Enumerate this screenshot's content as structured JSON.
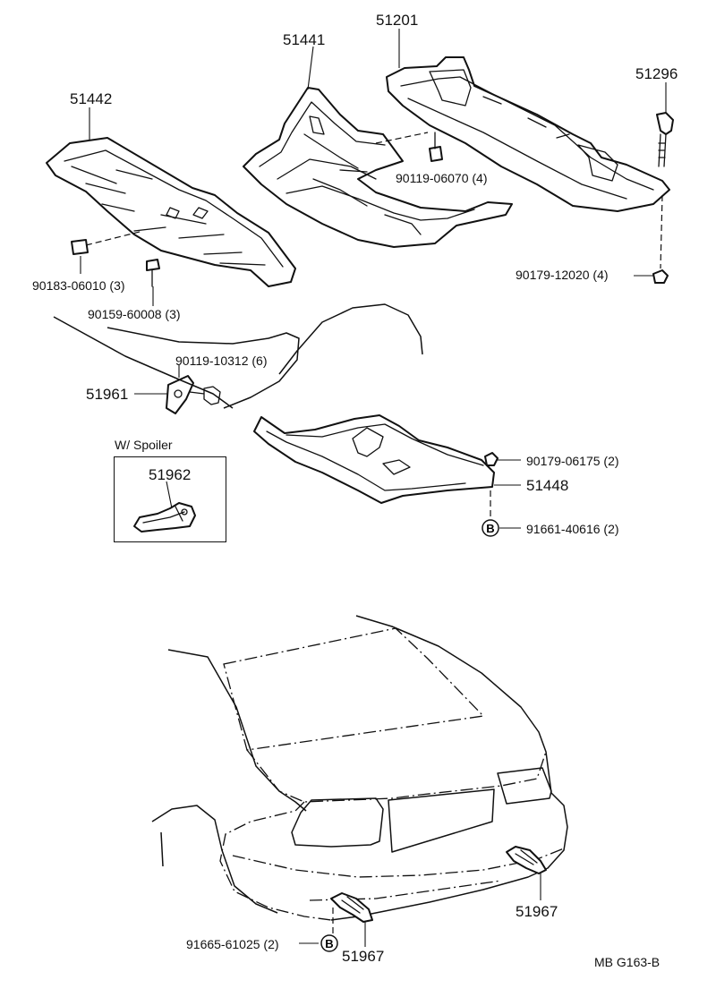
{
  "labels": {
    "p51201": "51201",
    "p51441": "51441",
    "p51442": "51442",
    "p51296": "51296",
    "f90119_06070": "90119-06070 (4)",
    "f90179_12020": "90179-12020 (4)",
    "f90183_06010": "90183-06010 (3)",
    "f90159_60008": "90159-60008 (3)",
    "f90119_10312": "90119-10312 (6)",
    "p51961": "51961",
    "spoiler_title": "W/ Spoiler",
    "p51962": "51962",
    "f90179_06175": "90179-06175 (2)",
    "p51448": "51448",
    "f91661_40616": "91661-40616 (2)",
    "p51967_right": "51967",
    "p51967_left": "51967",
    "f91665_61025": "91665-61025 (2)",
    "code": "MB  G163-B"
  },
  "marker": "B"
}
